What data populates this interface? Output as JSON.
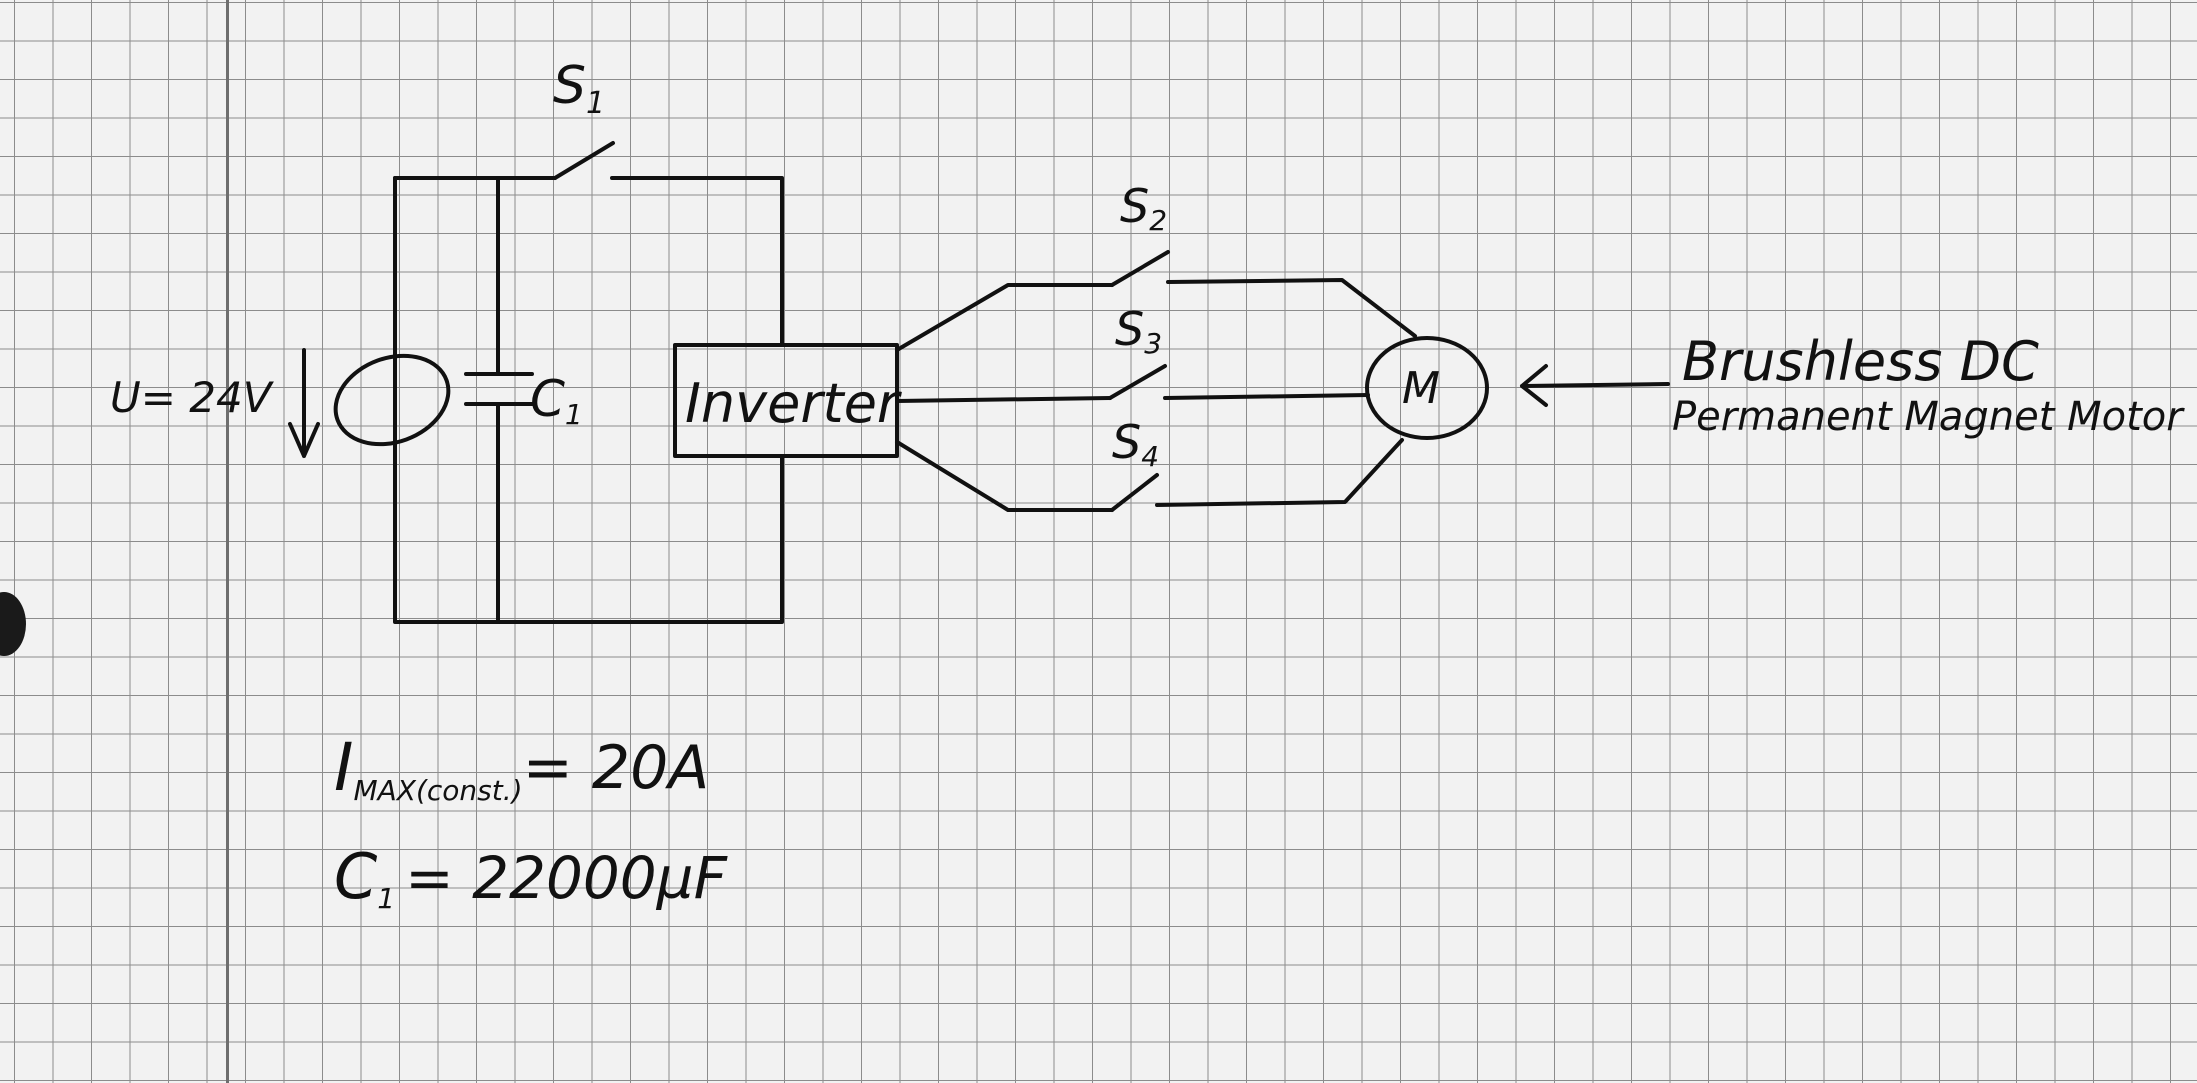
{
  "labels": {
    "s1": "S",
    "s1_sub": "1",
    "s2": "S",
    "s2_sub": "2",
    "s3": "S",
    "s3_sub": "3",
    "s4": "S",
    "s4_sub": "4",
    "voltage": "U= 24V",
    "capacitor": "C",
    "capacitor_sub": "1",
    "inverter": "Inverter",
    "motor": "M",
    "motor_desc_line1": "Brushless DC",
    "motor_desc_line2": "Permanent Magnet Motor",
    "current_main": "I",
    "current_sub": "MAX(const.)",
    "current_value": "= 20A",
    "cap_value_label": "C",
    "cap_value_sub": "1",
    "cap_value": "= 22000µF"
  }
}
